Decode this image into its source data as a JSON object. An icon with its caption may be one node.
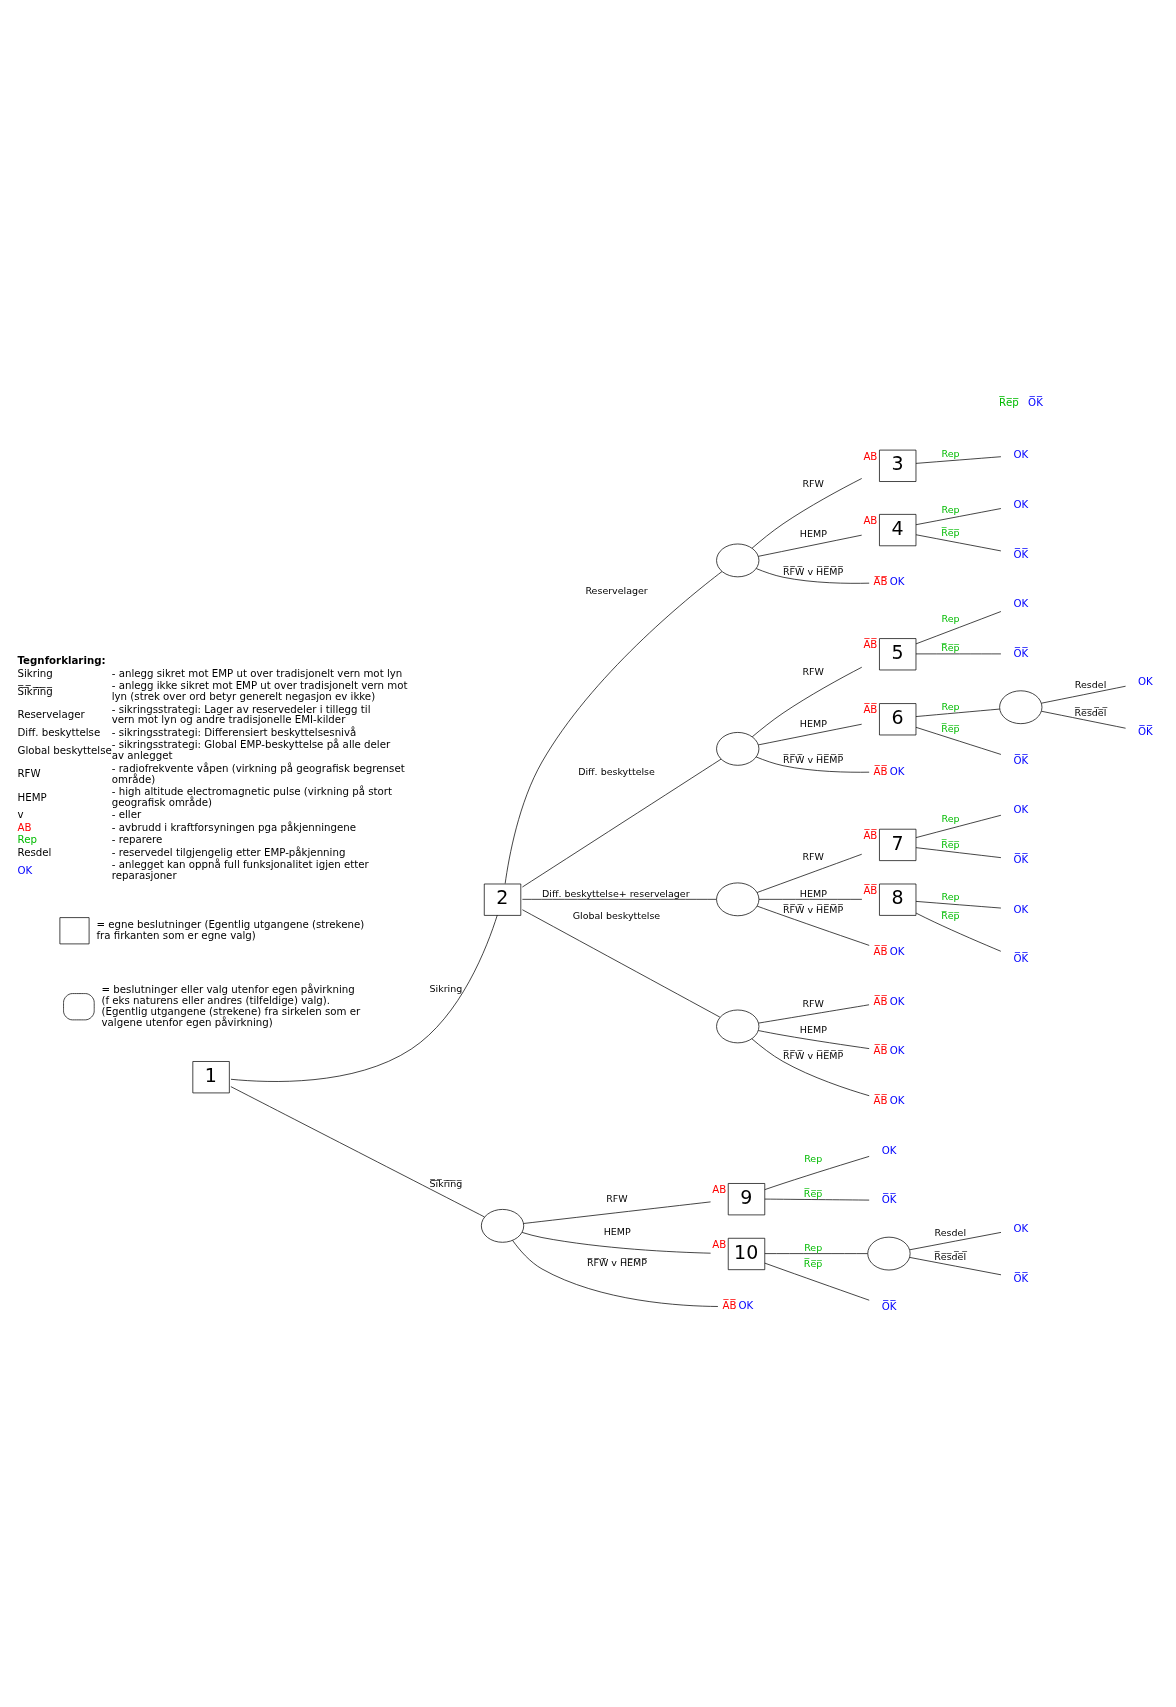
{
  "diagram": {
    "nodes": [
      {
        "text": [
          "1"
        ]
      },
      {
        "text": [
          "2"
        ]
      },
      {
        "text": [],
        "shape": "circle"
      },
      {
        "text": [
          "3"
        ],
        "beside": [
          "AB"
        ]
      },
      {
        "text": [
          "OK"
        ]
      },
      {
        "text": [
          "4"
        ],
        "beside": [
          "AB"
        ]
      },
      {
        "text": [
          "OK"
        ]
      },
      {
        "text": [
          "O̅K̅"
        ]
      },
      {
        "text": [
          "OK"
        ],
        "beside": [
          "A̅B̅"
        ]
      },
      {
        "text": [],
        "shape": "circle"
      },
      {
        "text": [
          "5"
        ],
        "beside": [
          "A̅B̅"
        ]
      },
      {
        "text": [
          "OK"
        ]
      },
      {
        "text": [
          "O̅K̅"
        ]
      },
      {
        "text": [
          "6"
        ],
        "beside": [
          "A̅B̅"
        ]
      },
      {
        "text": [],
        "shape": "circle"
      },
      {
        "text": [
          "OK"
        ]
      },
      {
        "text": [
          "O̅K̅"
        ]
      },
      {
        "text": [
          "O̅K̅"
        ]
      },
      {
        "text": [
          "OK"
        ],
        "beside": [
          "A̅B̅"
        ]
      },
      {
        "text": [],
        "shape": "circle"
      },
      {
        "text": [
          "7"
        ],
        "beside": [
          "A̅B̅"
        ]
      },
      {
        "text": [
          "OK"
        ]
      },
      {
        "text": [
          "O̅K̅"
        ]
      },
      {
        "text": [
          "8"
        ],
        "beside": [
          "A̅B̅"
        ]
      },
      {
        "text": [
          "OK"
        ]
      },
      {
        "text": [
          "O̅K̅"
        ]
      },
      {
        "text": [
          "OK"
        ],
        "beside": [
          "A̅B̅"
        ]
      },
      {
        "text": [],
        "shape": "circle"
      },
      {
        "text": [
          "OK"
        ],
        "beside": [
          "A̅B̅"
        ]
      },
      {
        "text": [
          "OK"
        ],
        "beside": [
          "A̅B̅"
        ]
      },
      {
        "text": [
          "OK"
        ],
        "beside": [
          "A̅B̅"
        ]
      },
      {
        "text": [],
        "shape": "circle"
      },
      {
        "text": [
          "9"
        ],
        "beside": [
          "AB"
        ]
      },
      {
        "text": [
          "OK"
        ]
      },
      {
        "text": [
          "O̅K̅"
        ]
      },
      {
        "text": [
          "10"
        ],
        "beside": [
          "AB"
        ]
      },
      {
        "text": [],
        "shape": "circle"
      },
      {
        "text": [
          "OK"
        ]
      },
      {
        "text": [
          "O̅K̅"
        ]
      },
      {
        "text": [
          "O̅K̅"
        ]
      },
      {
        "text": [
          "OK"
        ],
        "beside": [
          "A̅B̅"
        ]
      }
    ],
    "edges": [
      {
        "from": 0,
        "to": 1,
        "arrow": "none",
        "label": "Sikring"
      },
      {
        "from": 0,
        "to": 31,
        "arrow": "none",
        "label": "S̅i̅k̅r̅i̅n̅g̅"
      },
      {
        "from": 1,
        "to": 2,
        "arrow": "none",
        "label": "Reservelager"
      },
      {
        "from": 1,
        "to": 9,
        "arrow": "none",
        "label": "Diff. beskyttelse"
      },
      {
        "from": 1,
        "to": 19,
        "arrow": "none",
        "label": "Diff. beskyttelse+ reservelager"
      },
      {
        "from": 1,
        "to": 27,
        "arrow": "none",
        "label": "Global beskyttelse"
      },
      {
        "from": 2,
        "to": 3,
        "arrow": "none",
        "label": "RFW"
      },
      {
        "from": 3,
        "to": 4,
        "arrow": "none",
        "label": "Rep"
      },
      {
        "from": 2,
        "to": 5,
        "arrow": "none",
        "label": "HEMP"
      },
      {
        "from": 5,
        "to": 6,
        "arrow": "none",
        "label": "Rep"
      },
      {
        "from": 5,
        "to": 7,
        "arrow": "none",
        "label": "R̅e̅p̅"
      },
      {
        "from": 2,
        "to": 8,
        "arrow": "none",
        "label": "R̅F̅W̅ v H̅E̅M̅P̅"
      },
      {
        "from": 9,
        "to": 10,
        "arrow": "none",
        "label": "RFW"
      },
      {
        "from": 10,
        "to": 11,
        "arrow": "none",
        "label": "Rep"
      },
      {
        "from": 10,
        "to": 12,
        "arrow": "none",
        "label": "R̅e̅p̅"
      },
      {
        "from": 9,
        "to": 13,
        "arrow": "none",
        "label": "HEMP"
      },
      {
        "from": 13,
        "to": 14,
        "arrow": "none",
        "label": "Rep"
      },
      {
        "from": 14,
        "to": 15,
        "arrow": "none",
        "label": "Resdel"
      },
      {
        "from": 14,
        "to": 16,
        "arrow": "none",
        "label": "R̅e̅s̅d̅e̅l̅"
      },
      {
        "from": 13,
        "to": 17,
        "arrow": "none",
        "label": "R̅e̅p̅"
      },
      {
        "from": 9,
        "to": 18,
        "arrow": "none",
        "label": "R̅F̅W̅ v H̅E̅M̅P̅"
      },
      {
        "from": 19,
        "to": 20,
        "arrow": "none",
        "label": "RFW"
      },
      {
        "from": 20,
        "to": 21,
        "arrow": "none",
        "label": "Rep"
      },
      {
        "from": 20,
        "to": 22,
        "arrow": "none",
        "label": "R̅e̅p̅"
      },
      {
        "from": 19,
        "to": 23,
        "arrow": "none",
        "label": "HEMP"
      },
      {
        "from": 23,
        "to": 24,
        "arrow": "none",
        "label": "Rep"
      },
      {
        "from": 23,
        "to": 25,
        "arrow": "none",
        "label": "R̅e̅p̅"
      },
      {
        "from": 19,
        "to": 26,
        "arrow": "none",
        "label": "R̅F̅W̅ v H̅E̅M̅P̅"
      },
      {
        "from": 27,
        "to": 28,
        "arrow": "none",
        "label": "RFW"
      },
      {
        "from": 27,
        "to": 29,
        "arrow": "none",
        "label": "HEMP"
      },
      {
        "from": 27,
        "to": 30,
        "arrow": "none",
        "label": "R̅F̅W̅ v H̅E̅M̅P̅"
      },
      {
        "from": 31,
        "to": 32,
        "arrow": "none",
        "label": "RFW"
      },
      {
        "from": 32,
        "to": 33,
        "arrow": "none",
        "label": "Rep"
      },
      {
        "from": 32,
        "to": 34,
        "arrow": "none",
        "label": "R̅e̅p̅"
      },
      {
        "from": 31,
        "to": 35,
        "arrow": "none",
        "label": "HEMP"
      },
      {
        "from": 35,
        "to": 36,
        "arrow": "none",
        "label": "Rep"
      },
      {
        "from": 36,
        "to": 37,
        "arrow": "none",
        "label": "Resdel"
      },
      {
        "from": 36,
        "to": 38,
        "arrow": "none",
        "label": "R̅e̅s̅d̅e̅l̅"
      },
      {
        "from": 35,
        "to": 39,
        "arrow": "none",
        "label": "R̅e̅p̅"
      },
      {
        "from": 31,
        "to": 40,
        "arrow": "none",
        "label": "R̅F̅W̅ v H̅E̅M̅P̅"
      }
    ],
    "labels": [
      "R̅e̅p̅",
      "O̅K̅",
      "Tegnforklaring:",
      "Sikring",
      "- anlegg sikret mot EMP ut over tradisjonelt vern mot lyn",
      "S̅i̅k̅r̅i̅n̅g̅",
      "- anlegg ikke sikret mot EMP ut over tradisjonelt vern mot lyn (strek over ord betyr generelt negasjon ev ikke)",
      "Reservelager",
      "- sikringsstrategi: Lager av reservedeler i tillegg til vern mot lyn og andre tradisjonelle EMI-kilder",
      "Diff. beskyttelse",
      "- sikringsstrategi: Differensiert beskyttelsesnivå",
      "Global beskyttelse",
      "- sikringsstrategi: Global EMP-beskyttelse på alle deler av anlegget",
      "RFW",
      "- radiofrekvente våpen (virkning på geografisk begrenset område)",
      "HEMP",
      "- high altitude electromagnetic pulse (virkning på stort geografisk område)",
      "v",
      "- eller",
      "AB",
      "- avbrudd i kraftforsyningen pga påkjenningene",
      "Rep",
      "- reparere",
      "Resdel",
      "- reservedel tilgjengelig etter EMP-påkjenning",
      "OK",
      "- anlegget kan oppnå full funksjonalitet igjen etter reparasjoner"
    ],
    "legend": [
      {
        "text": "= egne beslutninger (Egentlig utgangene (strekene) fra firkanten som er egne valg)"
      },
      {
        "text": "= beslutninger eller valg utenfor egen påvirkning (f eks naturens eller andres (tilfeldige) valg). (Egentlig utgangene (strekene) fra sirkelen som er valgene utenfor egen påvirkning)"
      }
    ]
  }
}
